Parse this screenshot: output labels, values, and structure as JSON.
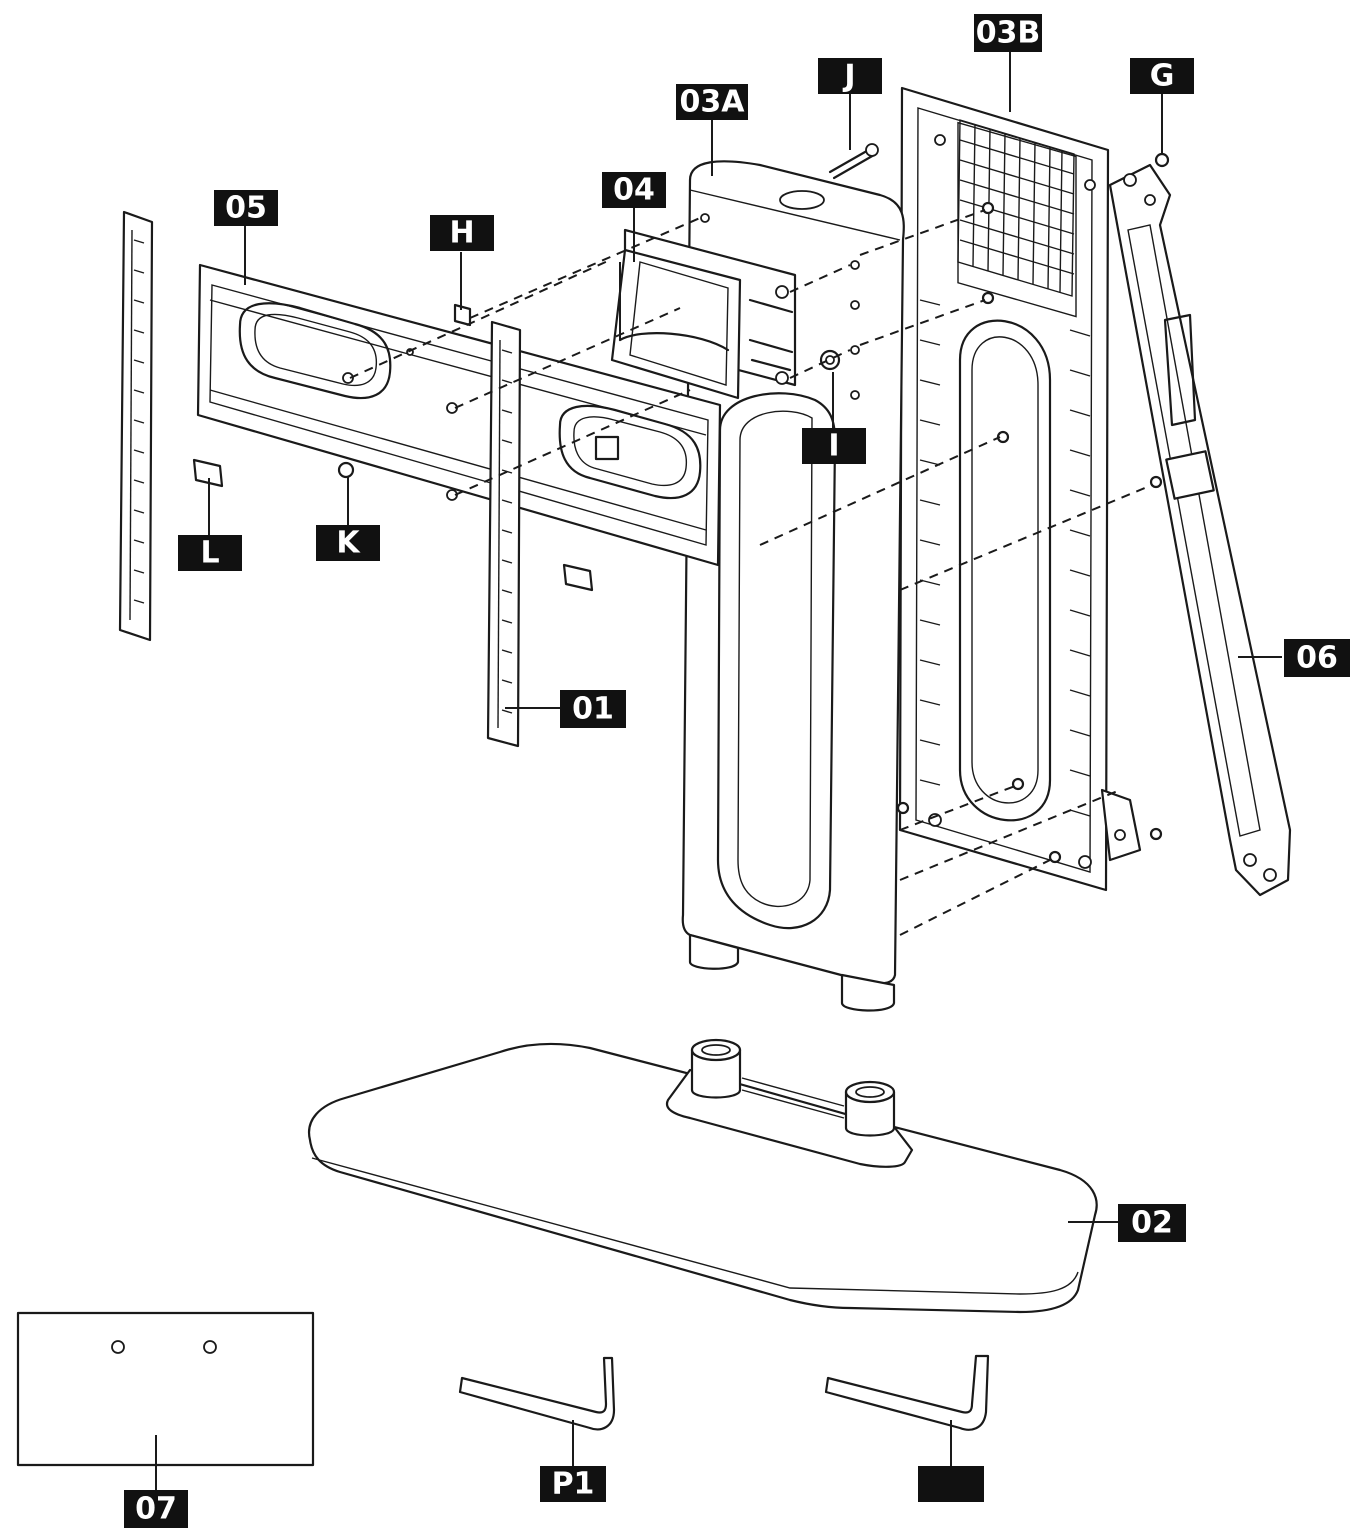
{
  "labels": {
    "p03b": "03B",
    "pj": "J",
    "pg": "G",
    "p03a": "03A",
    "p04": "04",
    "p05": "05",
    "ph": "H",
    "pi": "I",
    "pl": "L",
    "pk": "K",
    "p01": "01",
    "p06": "06",
    "p02": "02",
    "p07": "07",
    "pp1": "P1",
    "pp2": ""
  },
  "colors": {
    "ink": "#1a1a1a",
    "tag_background": "#111111",
    "tag_text": "#ffffff",
    "paper": "#ffffff"
  }
}
